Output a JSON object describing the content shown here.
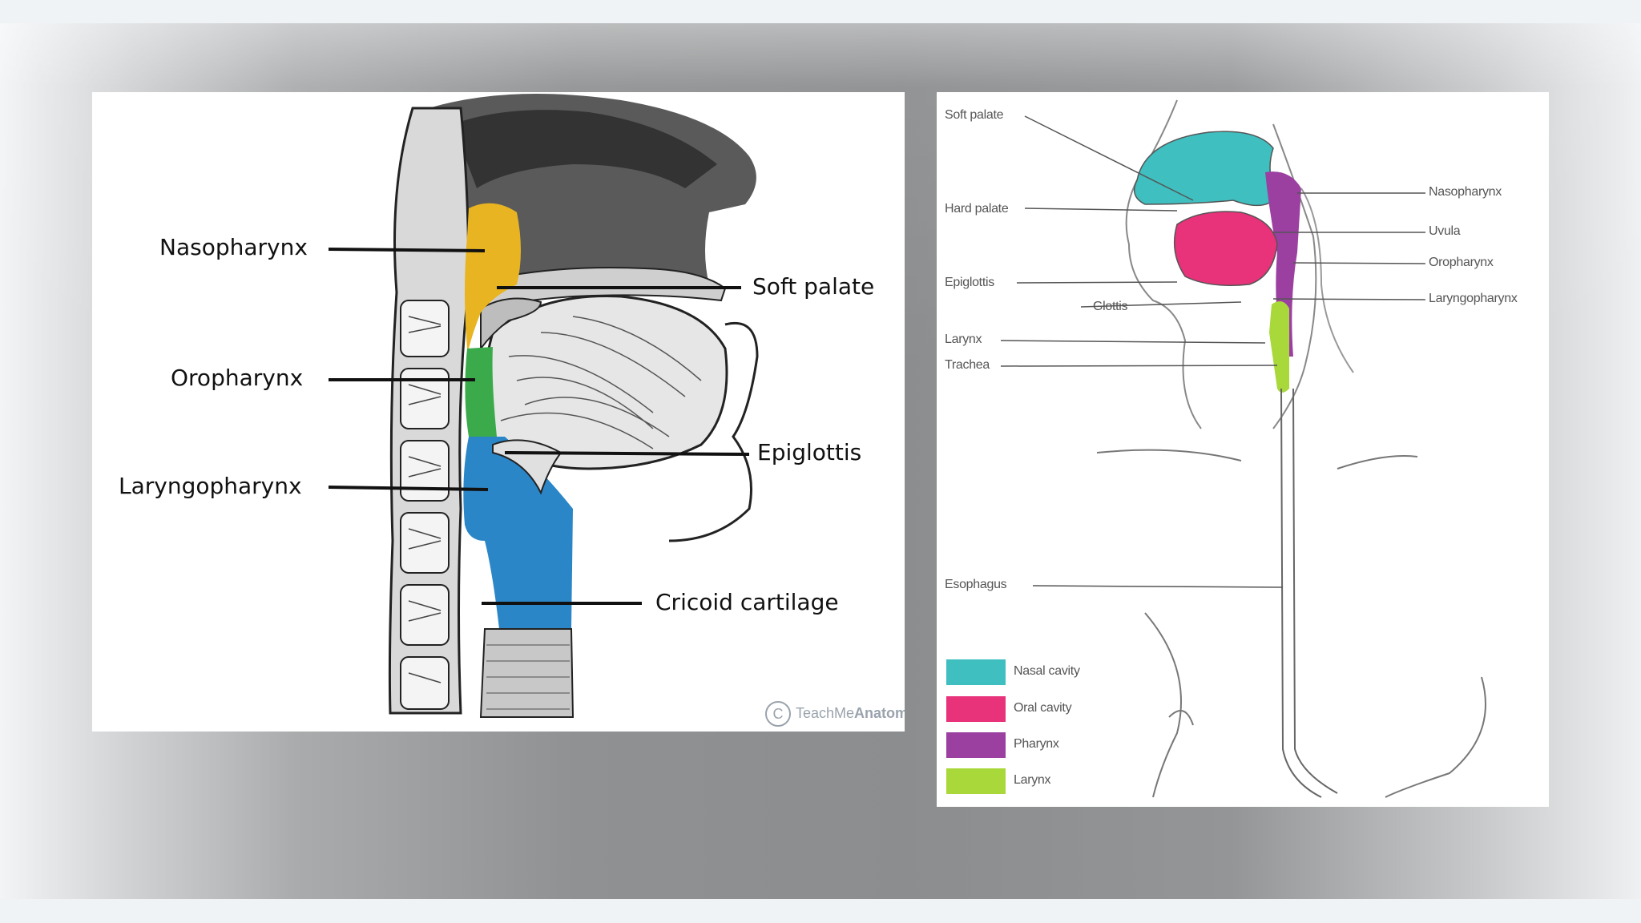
{
  "left_diagram": {
    "labels": {
      "nasopharynx": "Nasopharynx",
      "soft_palate": "Soft palate",
      "oropharynx": "Oropharynx",
      "epiglottis": "Epiglottis",
      "laryngopharynx": "Laryngopharynx",
      "cricoid": "Cricoid cartilage"
    },
    "watermark": {
      "symbol": "C",
      "part1": "TeachMe",
      "part2": "Anatomy"
    },
    "colors": {
      "nasopharynx": "#e8b422",
      "oropharynx": "#3aaa4a",
      "laryngopharynx": "#2b86c8"
    }
  },
  "right_diagram": {
    "labels": {
      "soft_palate": "Soft palate",
      "hard_palate": "Hard palate",
      "epiglottis": "Epiglottis",
      "glottis": "Glottis",
      "larynx": "Larynx",
      "trachea": "Trachea",
      "esophagus": "Esophagus",
      "nasopharynx": "Nasopharynx",
      "uvula": "Uvula",
      "oropharynx": "Oropharynx",
      "laryngopharynx": "Laryngopharynx"
    },
    "legend": [
      {
        "label": "Nasal cavity",
        "color": "#3fbfc0"
      },
      {
        "label": "Oral cavity",
        "color": "#e8327a"
      },
      {
        "label": "Pharynx",
        "color": "#9b3fa0"
      },
      {
        "label": "Larynx",
        "color": "#a8d83a"
      }
    ]
  }
}
